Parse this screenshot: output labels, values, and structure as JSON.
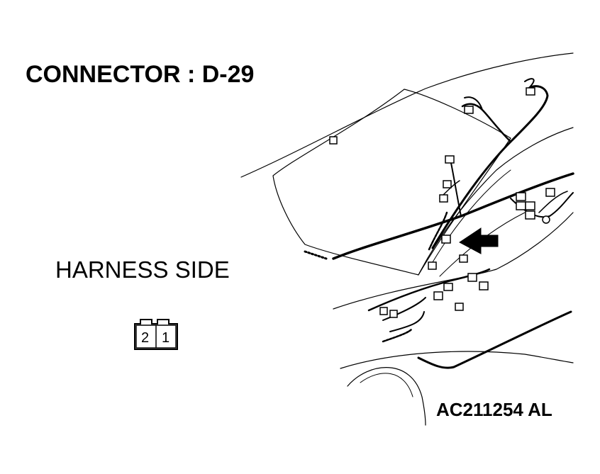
{
  "diagram": {
    "title": "CONNECTOR : D-29",
    "view_label": "HARNESS SIDE",
    "figure_code": "AC211254 AL",
    "connector": {
      "pins": [
        "2",
        "1"
      ]
    }
  }
}
